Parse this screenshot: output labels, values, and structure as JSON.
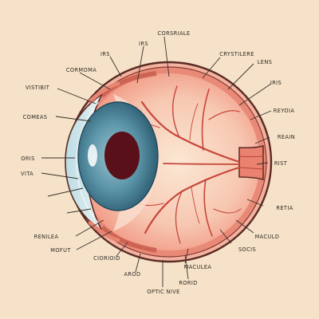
{
  "diagram": {
    "labels": {
      "corsriale": "CORSRIALE",
      "irs_top": "IRS",
      "irs_left": "IRS",
      "crystilere": "CRYSTILERE",
      "lens": "LENS",
      "iris_right": "IRIS",
      "cormoma": "CORMOMA",
      "visitbit": "VISTIBIT",
      "reyoia": "REYOIA",
      "comeas": "COMEAS",
      "reain": "REAIN",
      "oris": "ORIS",
      "rist": "RIST",
      "vita": "VITA",
      "retia": "RETIA",
      "renilea": "RENILEA",
      "maculd": "MACULD",
      "mofut": "MOFUT",
      "socis": "SOCIS",
      "ciorioid": "CIORIOID",
      "maculea": "MACULEA",
      "arod": "AROD",
      "rorid": "RORID",
      "optic_nive": "OPTIC NIVE"
    },
    "colors": {
      "background": "#f5e2c8",
      "sclera": "#fbe9d8",
      "retina": "#f2a48f",
      "iris": "#4f8aa0",
      "pupil": "#5a1018",
      "vessel": "#c8463a",
      "outline": "#5a2b25"
    }
  }
}
